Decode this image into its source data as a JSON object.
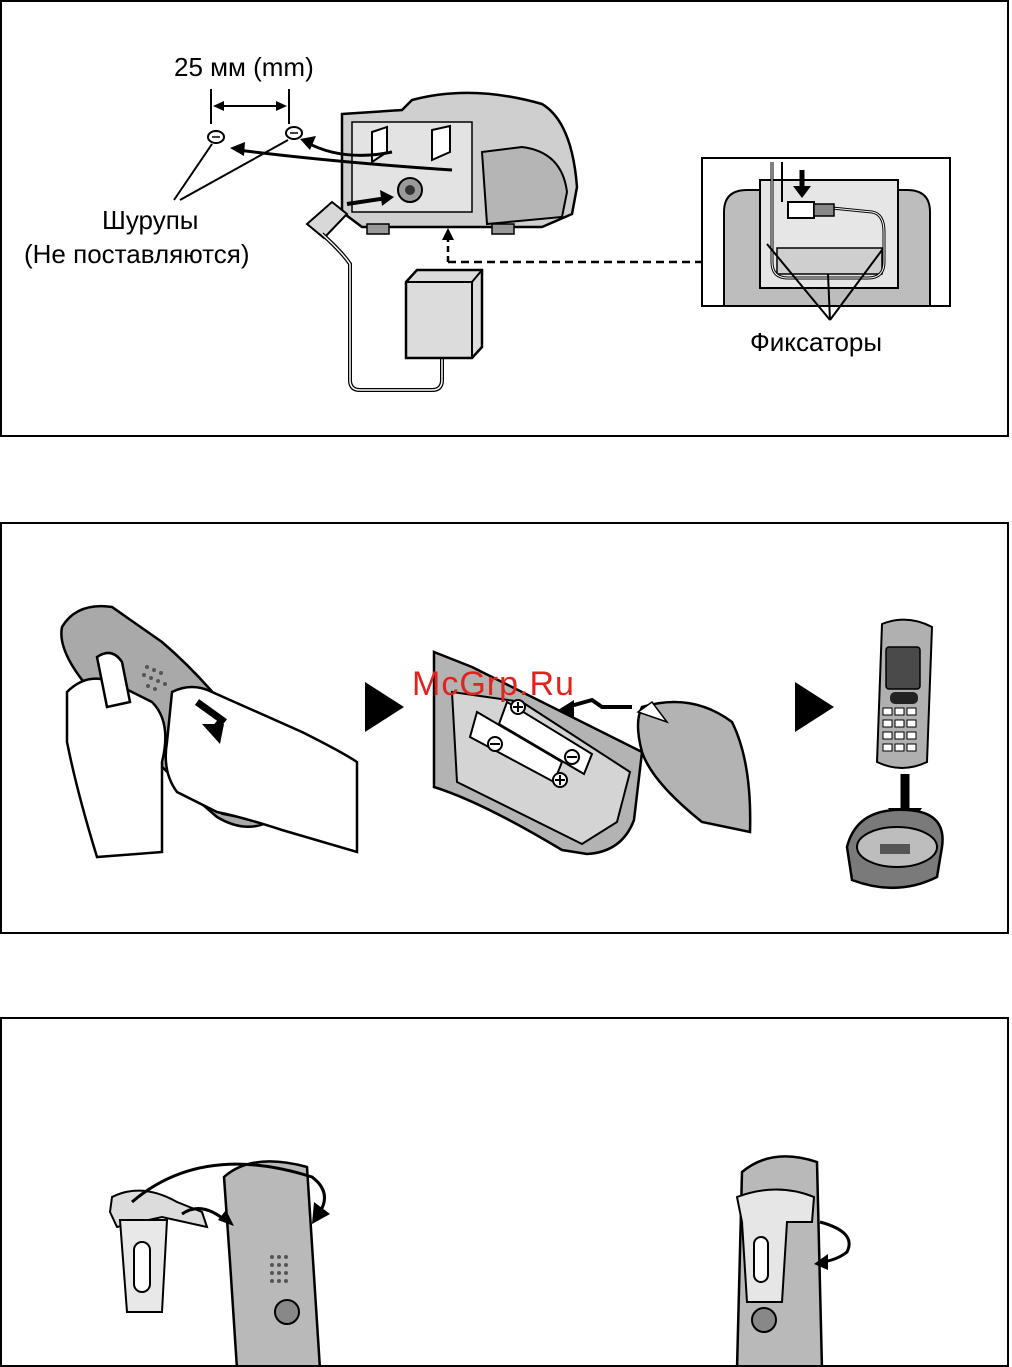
{
  "panel1": {
    "dimension_label": "25 мм (mm)",
    "screws_label": "Шурупы",
    "screws_note": "(Не поставляются)",
    "clips_label": "Фиксаторы"
  },
  "watermark": "McGrp.Ru"
}
